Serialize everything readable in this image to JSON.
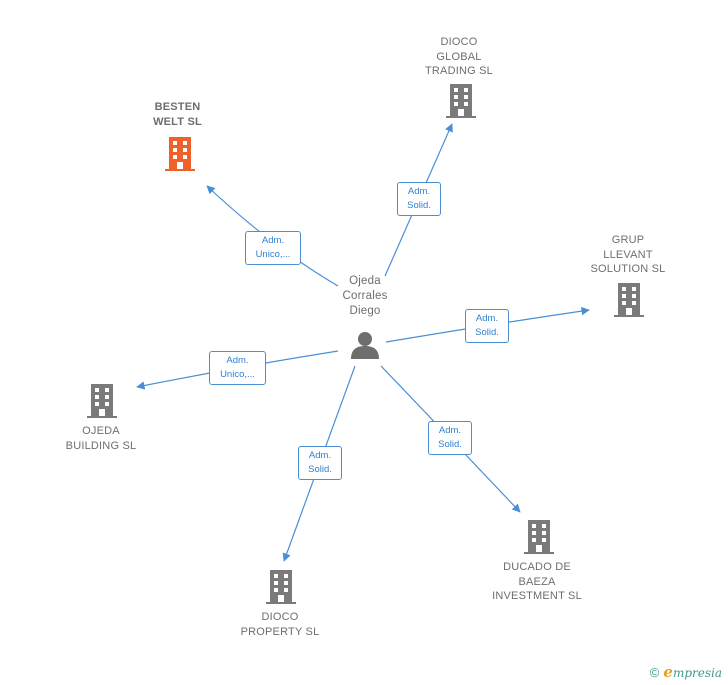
{
  "person": {
    "name_lines": [
      "Ojeda",
      "Corrales",
      "Diego"
    ]
  },
  "companies": [
    {
      "key": "besten",
      "name_lines": [
        "BESTEN",
        "WELT  SL"
      ],
      "highlight": true
    },
    {
      "key": "dioco_global",
      "name_lines": [
        "DIOCO",
        "GLOBAL",
        "TRADING SL"
      ],
      "highlight": false
    },
    {
      "key": "grup_llevant",
      "name_lines": [
        "GRUP",
        "LLEVANT",
        "SOLUTION  SL"
      ],
      "highlight": false
    },
    {
      "key": "ojeda_building",
      "name_lines": [
        "OJEDA",
        "BUILDING  SL"
      ],
      "highlight": false
    },
    {
      "key": "ducado",
      "name_lines": [
        "DUCADO DE",
        "BAEZA",
        "INVESTMENT SL"
      ],
      "highlight": false
    },
    {
      "key": "dioco_property",
      "name_lines": [
        "DIOCO",
        "PROPERTY  SL"
      ],
      "highlight": false
    }
  ],
  "edges": [
    {
      "target": "besten",
      "label_lines": [
        "Adm.",
        "Unico,..."
      ]
    },
    {
      "target": "dioco_global",
      "label_lines": [
        "Adm.",
        "Solid."
      ]
    },
    {
      "target": "grup_llevant",
      "label_lines": [
        "Adm.",
        "Solid."
      ]
    },
    {
      "target": "ojeda_building",
      "label_lines": [
        "Adm.",
        "Unico,..."
      ]
    },
    {
      "target": "ducado",
      "label_lines": [
        "Adm.",
        "Solid."
      ]
    },
    {
      "target": "dioco_property",
      "label_lines": [
        "Adm.",
        "Solid."
      ]
    }
  ],
  "colors": {
    "edge": "#4a8fd6",
    "building": "#7a7a7a",
    "building_highlight": "#f0602a",
    "person": "#6e6e6e"
  },
  "footer": {
    "copyright": "©",
    "brand_initial": "e",
    "brand_rest": "mpresia"
  }
}
